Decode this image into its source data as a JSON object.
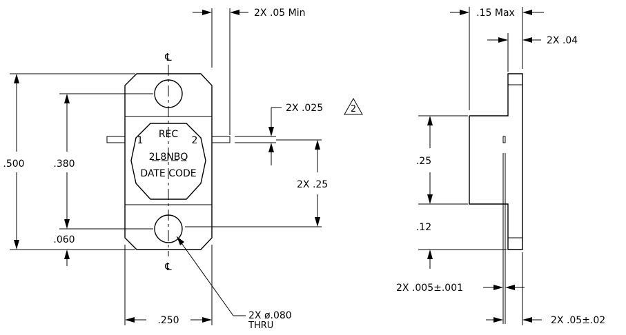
{
  "front_view": {
    "marking_lines": [
      "REC",
      "2L8NBQ",
      "DATE CODE"
    ],
    "pin_1": "1",
    "pin_2": "2",
    "centerline_symbol": "℄",
    "dim_overall_height": ".500",
    "dim_hole_spacing": ".380",
    "dim_edge_to_hole": ".060",
    "dim_hole_center_width": ".250",
    "dim_lead_offset": "2X  .25",
    "dim_lead_thickness": "2X  .025",
    "note_flag": "2",
    "dim_lead_length": "2X  .05  Min",
    "dim_hole_dia": "2X  ø.080",
    "dim_hole_thru": "THRU"
  },
  "side_view": {
    "dim_max_height": ".15  Max",
    "dim_tab": "2X  .04",
    "dim_lead_height": ".25",
    "dim_flange": ".12",
    "dim_lead_tol": "2X  .005±.001",
    "dim_flange_tol": "2X  .05±.02"
  }
}
